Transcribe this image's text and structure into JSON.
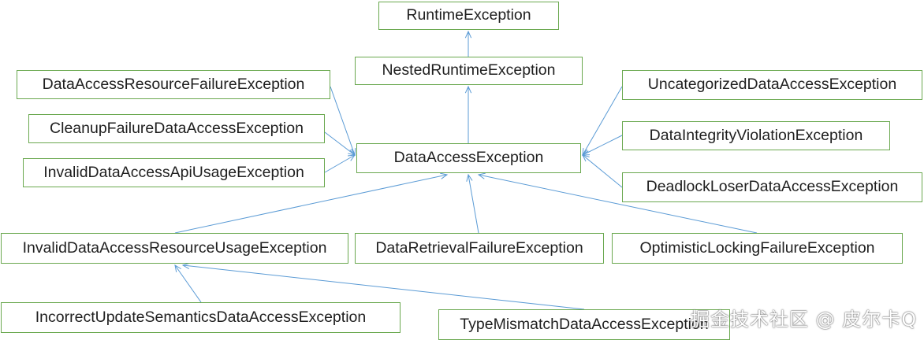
{
  "nodes": {
    "runtime": "RuntimeException",
    "nested_runtime": "NestedRuntimeException",
    "data_access": "DataAccessException",
    "resource_failure": "DataAccessResourceFailureException",
    "cleanup_failure": "CleanupFailureDataAccessException",
    "invalid_api_usage": "InvalidDataAccessApiUsageException",
    "uncategorized": "UncategorizedDataAccessException",
    "integrity_violation": "DataIntegrityViolationException",
    "deadlock_loser": "DeadlockLoserDataAccessException",
    "invalid_resource_usage": "InvalidDataAccessResourceUsageException",
    "retrieval_failure": "DataRetrievalFailureException",
    "optimistic_locking": "OptimisticLockingFailureException",
    "incorrect_update": "IncorrectUpdateSemanticsDataAccessException",
    "type_mismatch": "TypeMismatchDataAccessException"
  },
  "edges": [
    [
      "nested_runtime",
      "runtime"
    ],
    [
      "data_access",
      "nested_runtime"
    ],
    [
      "resource_failure",
      "data_access"
    ],
    [
      "cleanup_failure",
      "data_access"
    ],
    [
      "invalid_api_usage",
      "data_access"
    ],
    [
      "uncategorized",
      "data_access"
    ],
    [
      "integrity_violation",
      "data_access"
    ],
    [
      "deadlock_loser",
      "data_access"
    ],
    [
      "invalid_resource_usage",
      "data_access"
    ],
    [
      "retrieval_failure",
      "data_access"
    ],
    [
      "optimistic_locking",
      "data_access"
    ],
    [
      "incorrect_update",
      "invalid_resource_usage"
    ],
    [
      "type_mismatch",
      "invalid_resource_usage"
    ]
  ],
  "colors": {
    "box_border": "#6aa84f",
    "arrow": "#5b9bd5",
    "text": "#1f1f1f"
  },
  "watermark": "掘金技术社区 @ 皮尔卡Q"
}
